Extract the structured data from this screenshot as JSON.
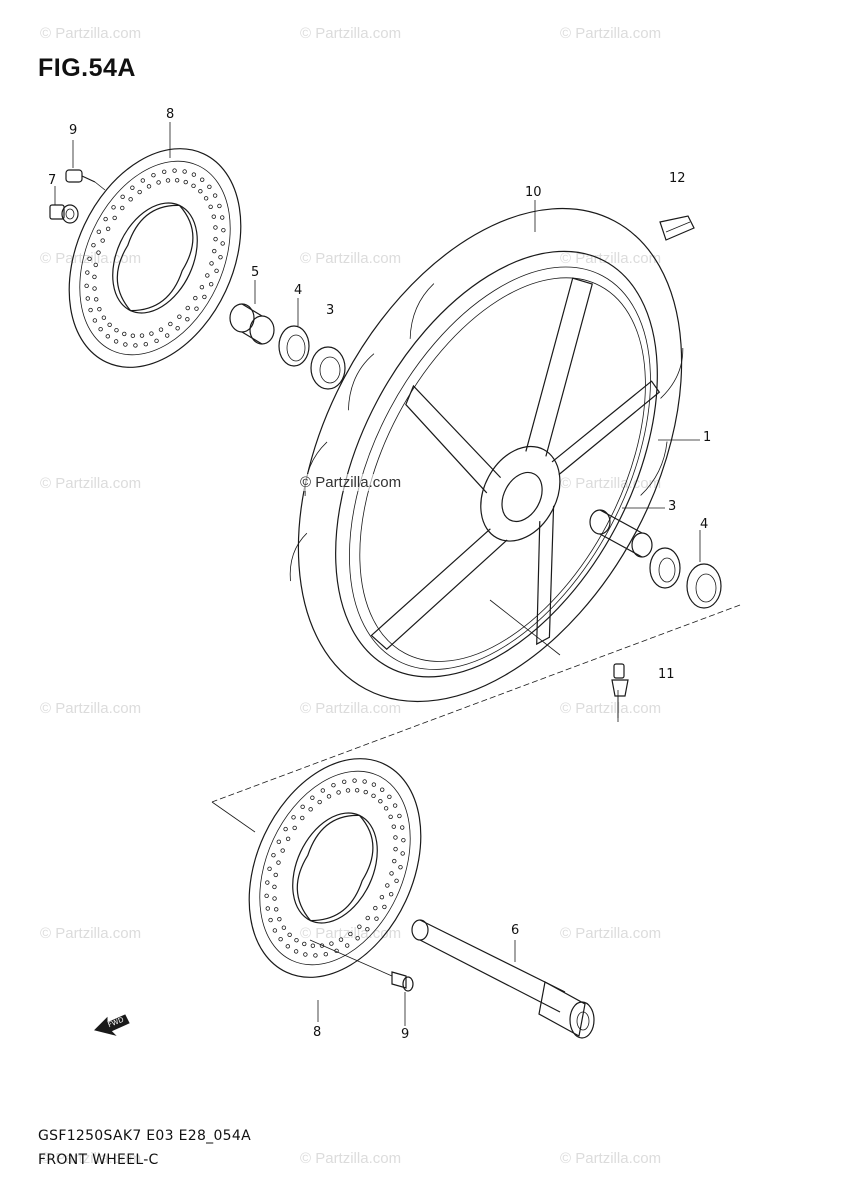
{
  "figure": {
    "title": "FIG.54A",
    "code": "GSF1250SAK7 E03 E28_054A",
    "subtitle": "FRONT WHEEL-C"
  },
  "callouts": {
    "c1": "1",
    "c3a": "3",
    "c3b": "3",
    "c4a": "4",
    "c4b": "4",
    "c5": "5",
    "c6": "6",
    "c7": "7",
    "c8a": "8",
    "c8b": "8",
    "c9a": "9",
    "c9b": "9",
    "c10": "10",
    "c11": "11",
    "c12": "12"
  },
  "watermark": {
    "text": "© Partzilla.com",
    "center_text": "© Partzilla.com"
  },
  "direction_arrow": {
    "label": "FWD"
  },
  "colors": {
    "line": "#1a1a1a",
    "watermark": "#dcdcdc",
    "background": "#ffffff"
  }
}
